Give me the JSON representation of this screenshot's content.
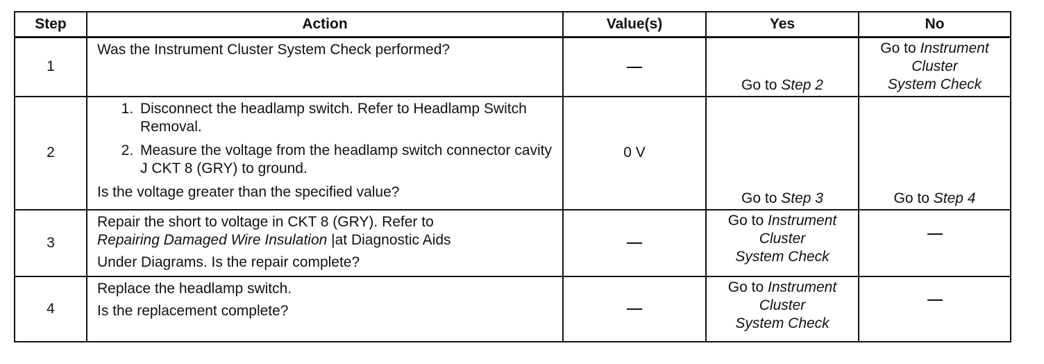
{
  "headers": {
    "step": "Step",
    "action": "Action",
    "values": "Value(s)",
    "yes": "Yes",
    "no": "No"
  },
  "rows": [
    {
      "step": "1",
      "action_line": "Was the Instrument Cluster System Check performed?",
      "value": "—",
      "yes_prefix": "Go to ",
      "yes_link": "Step 2",
      "no_prefix": "Go to ",
      "no_link_1": "Instrument",
      "no_link_2": "Cluster",
      "no_link_3": "System Check"
    },
    {
      "step": "2",
      "substeps": [
        "Disconnect the headlamp switch. Refer to Headlamp Switch Removal.",
        "Measure the voltage from the headlamp switch connector cavity J CKT 8 (GRY) to ground."
      ],
      "question": "Is the voltage greater than the specified value?",
      "value": "0 V",
      "yes_prefix": "Go to ",
      "yes_link": "Step 3",
      "no_prefix": "Go to ",
      "no_link": "Step 4"
    },
    {
      "step": "3",
      "action_line_1": "Repair the short to voltage in CKT 8 (GRY). Refer to",
      "action_link": "Repairing Damaged Wire Insulation",
      "action_line_2_rest": " |at Diagnostic Aids",
      "action_line_3": "Under Diagrams. Is the repair complete?",
      "value": "—",
      "yes_prefix": "Go to ",
      "yes_link_1": "Instrument",
      "yes_link_2": "Cluster",
      "yes_link_3": "System Check",
      "no": "—"
    },
    {
      "step": "4",
      "action_line_1": "Replace the headlamp switch.",
      "action_line_2": "Is the replacement complete?",
      "value": "—",
      "yes_prefix": "Go to ",
      "yes_link_1": "Instrument",
      "yes_link_2": "Cluster",
      "yes_link_3": "System Check",
      "no": "—"
    }
  ]
}
